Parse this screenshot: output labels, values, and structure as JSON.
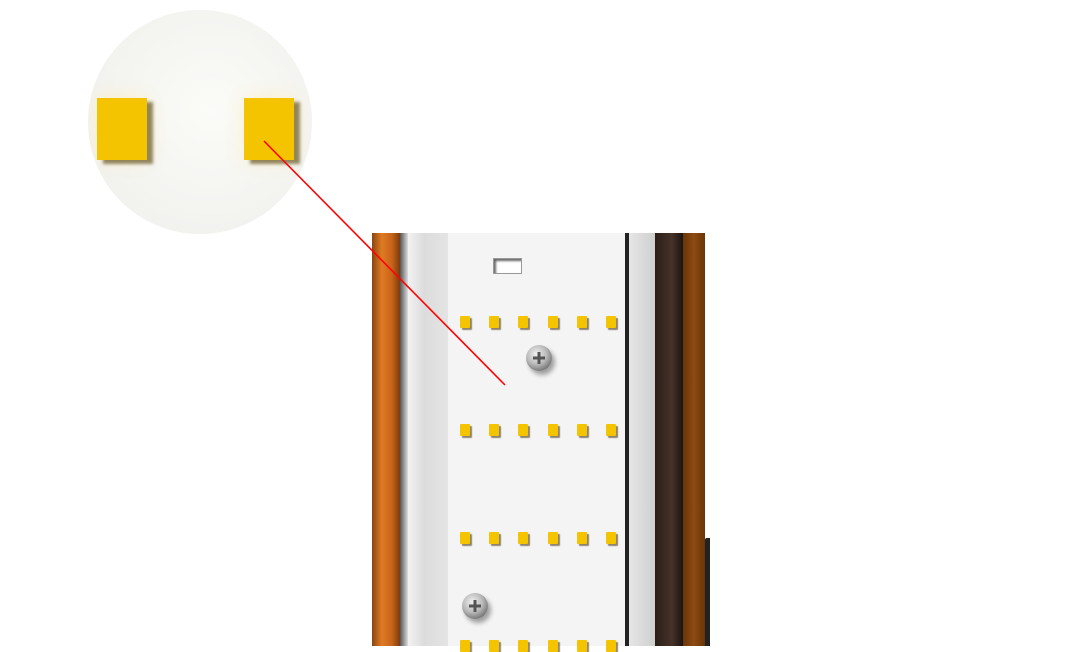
{
  "colors": {
    "led": "#f5c400",
    "callout_line": "#ff0000",
    "frame_orange": "#d8701e",
    "frame_dark": "#3a2a22",
    "panel": "#f4f4f4"
  },
  "fixture": {
    "led_rows": 4,
    "leds_per_row": 6,
    "screws": 2
  },
  "magnifier": {
    "leds_shown": 2
  }
}
